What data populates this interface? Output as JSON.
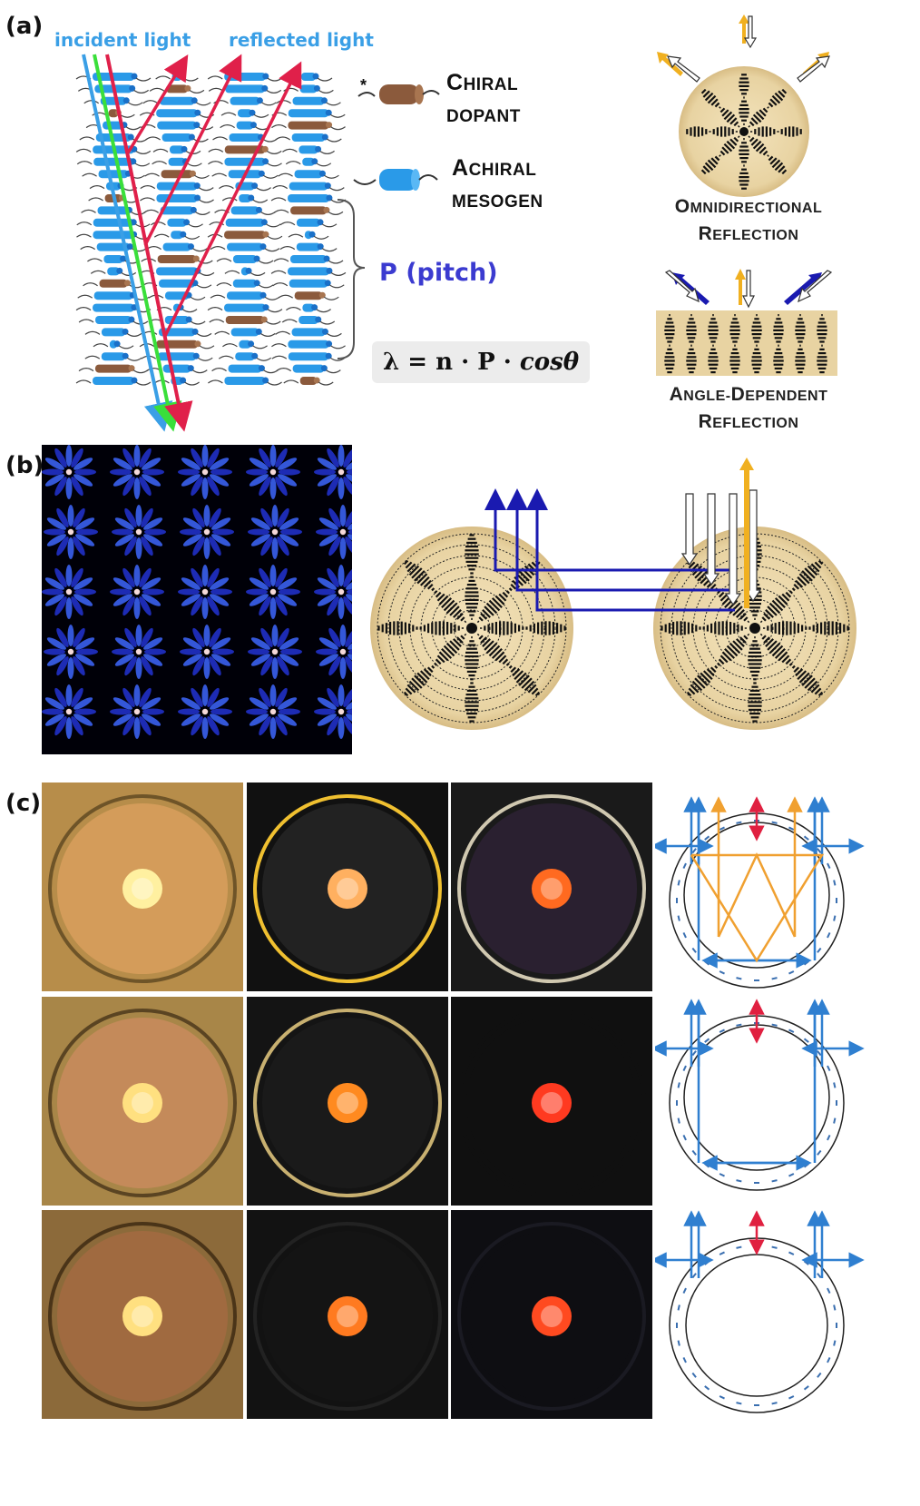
{
  "panel_a": {
    "label": "(a)",
    "incident_light": "incident light",
    "reflected_light": "reflected light",
    "asterisk": "*",
    "chiral_dopant": {
      "line1_cap": "C",
      "line1_rest": "hiral",
      "line2": "dopant"
    },
    "achiral_mesogen": {
      "line1_cap": "A",
      "line1_rest": "chiral",
      "line2": "mesogen"
    },
    "pitch": "P (pitch)",
    "equation": {
      "lhs": "λ = n · P · ",
      "fn": "cosθ"
    },
    "omni": {
      "line1_cap": "O",
      "line1_rest": "mnidirectional",
      "line2_cap": "R",
      "line2_rest": "eflection"
    },
    "angle": {
      "line1_cap": "A",
      "line1_rest": "ngle-",
      "line1_cap2": "D",
      "line1_rest2": "ependent",
      "line2_cap": "R",
      "line2_rest": "eflection"
    }
  },
  "panel_b": {
    "label": "(b)"
  },
  "panel_c": {
    "label": "(c)"
  },
  "colors": {
    "incident_blue": "#3a9fe6",
    "incident_green": "#3adf3a",
    "reflected_red": "#e0204a",
    "mesogen_blue": "#2a9ae8",
    "dopant_brown": "#8b5a3c",
    "pitch_blue": "#3b3bd0",
    "shell_beige": "#e8d3a2",
    "arrow_orange": "#f0b020",
    "arrow_navy": "#1a1ab0"
  }
}
